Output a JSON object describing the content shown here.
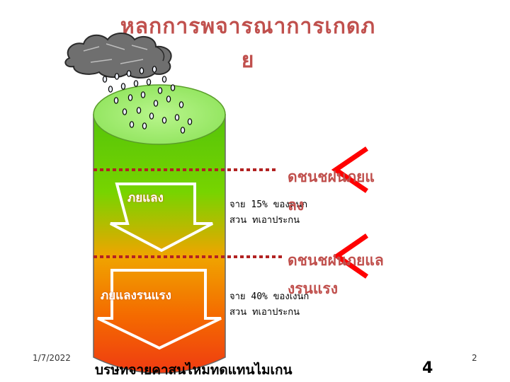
{
  "slide": {
    "title": "หลกการพจารณาการเกดภ\nย",
    "levels": [
      {
        "label": "ภยแลง",
        "line1": "จาย  15% ของทนก",
        "line2": "สวน  ทเอาประกน",
        "index_label": "ดชนชฝนภยแ\nลง"
      },
      {
        "label": "ภยแลงรนแรง",
        "line1": "จาย  40% ของเงนก",
        "line2": "สวน  ทเอาประกน",
        "index_label": "ดชนชฝนภยแล\nงรนแรง"
      }
    ],
    "bottom_text": "บรษทจายคาสนไหมทดแทนไมเกน",
    "page_number": "4",
    "date": "1/7/2022",
    "slide_number": "2",
    "colors": {
      "title": "#c0504d",
      "dotted_line": "#b22222",
      "arrow": "#ff0000"
    }
  }
}
